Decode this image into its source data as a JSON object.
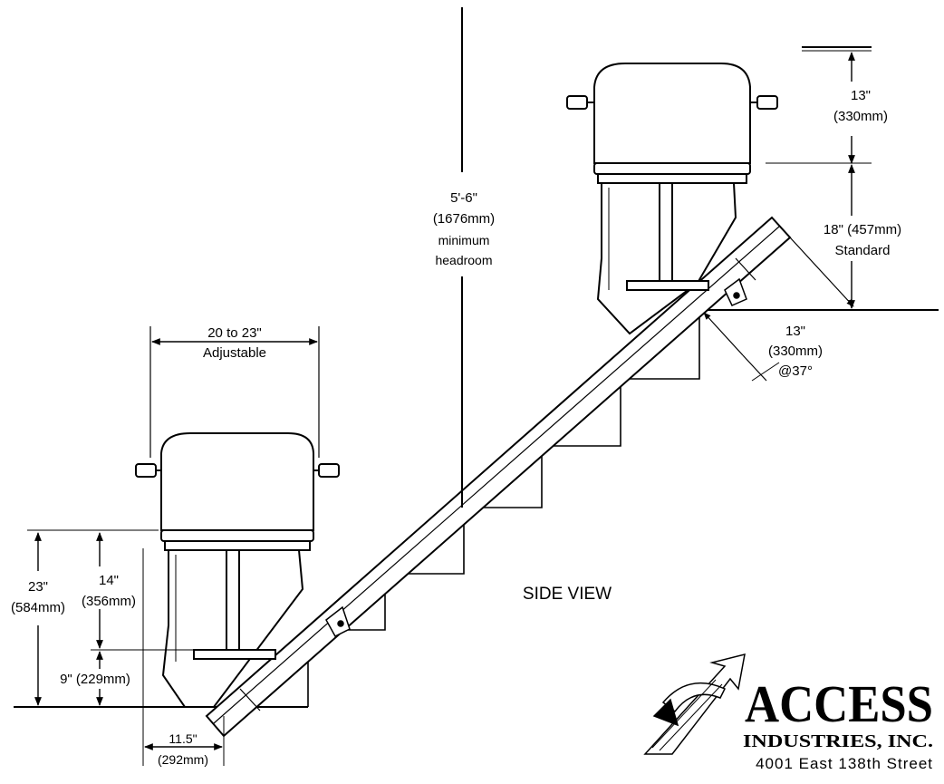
{
  "diagram": {
    "view_label": "SIDE VIEW",
    "headroom": {
      "imperial": "5'-6\"",
      "metric": "(1676mm)",
      "note_1": "minimum",
      "note_2": "headroom"
    },
    "seat_width": {
      "value": "20 to 23\"",
      "note": "Adjustable"
    },
    "top_clearance": {
      "imperial": "13\"",
      "metric": "(330mm)"
    },
    "footrest_height": {
      "imperial": "18\" (457mm)",
      "note": "Standard"
    },
    "rail_projection": {
      "imperial": "13\"",
      "metric": "(330mm)",
      "angle": "@37°"
    },
    "overall_height": {
      "imperial": "23\"",
      "metric": "(584mm)"
    },
    "seat_height": {
      "imperial": "14\"",
      "metric": "(356mm)"
    },
    "footrest_clearance": {
      "value": "9\" (229mm)"
    },
    "depth": {
      "imperial": "11.5\"",
      "metric": "(292mm)"
    }
  },
  "company": {
    "name": "ACCESS",
    "subtitle": "INDUSTRIES, INC.",
    "address_line": "4001 East 138th Street"
  }
}
